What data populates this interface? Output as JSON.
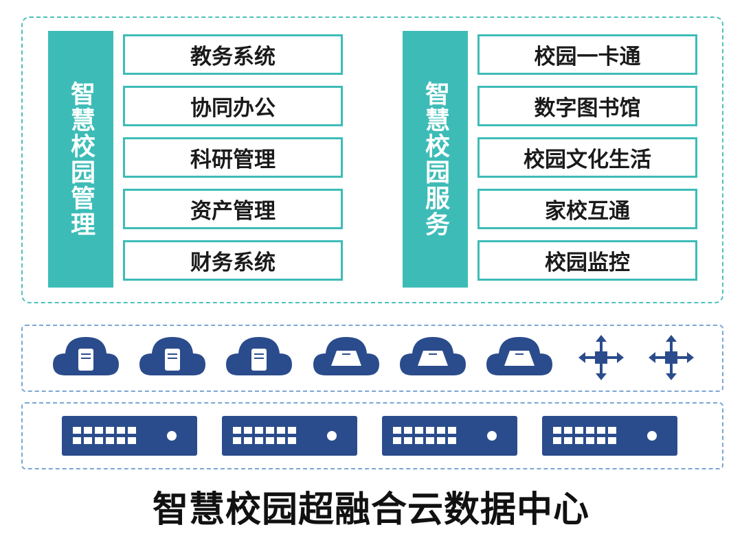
{
  "left_panel": {
    "label": "智慧校园管理",
    "items": [
      "教务系统",
      "协同办公",
      "科研管理",
      "资产管理",
      "财务系统"
    ]
  },
  "right_panel": {
    "label": "智慧校园服务",
    "items": [
      "校园一卡通",
      "数字图书馆",
      "校园文化生活",
      "家校互通",
      "校园监控"
    ]
  },
  "cloud_icons": [
    "server-cloud-icon",
    "server-cloud-icon",
    "server-cloud-icon",
    "storage-cloud-icon",
    "storage-cloud-icon",
    "storage-cloud-icon"
  ],
  "network_icons": [
    "network-switch-icon",
    "network-switch-icon"
  ],
  "hardware_icons": [
    "server-rack-icon",
    "server-rack-icon",
    "server-rack-icon",
    "server-rack-icon"
  ],
  "colors": {
    "teal": "#3dbcb7",
    "navy": "#2b4c8c",
    "dash_blue": "#7aa6d4"
  },
  "title": "智慧校园超融合云数据中心"
}
